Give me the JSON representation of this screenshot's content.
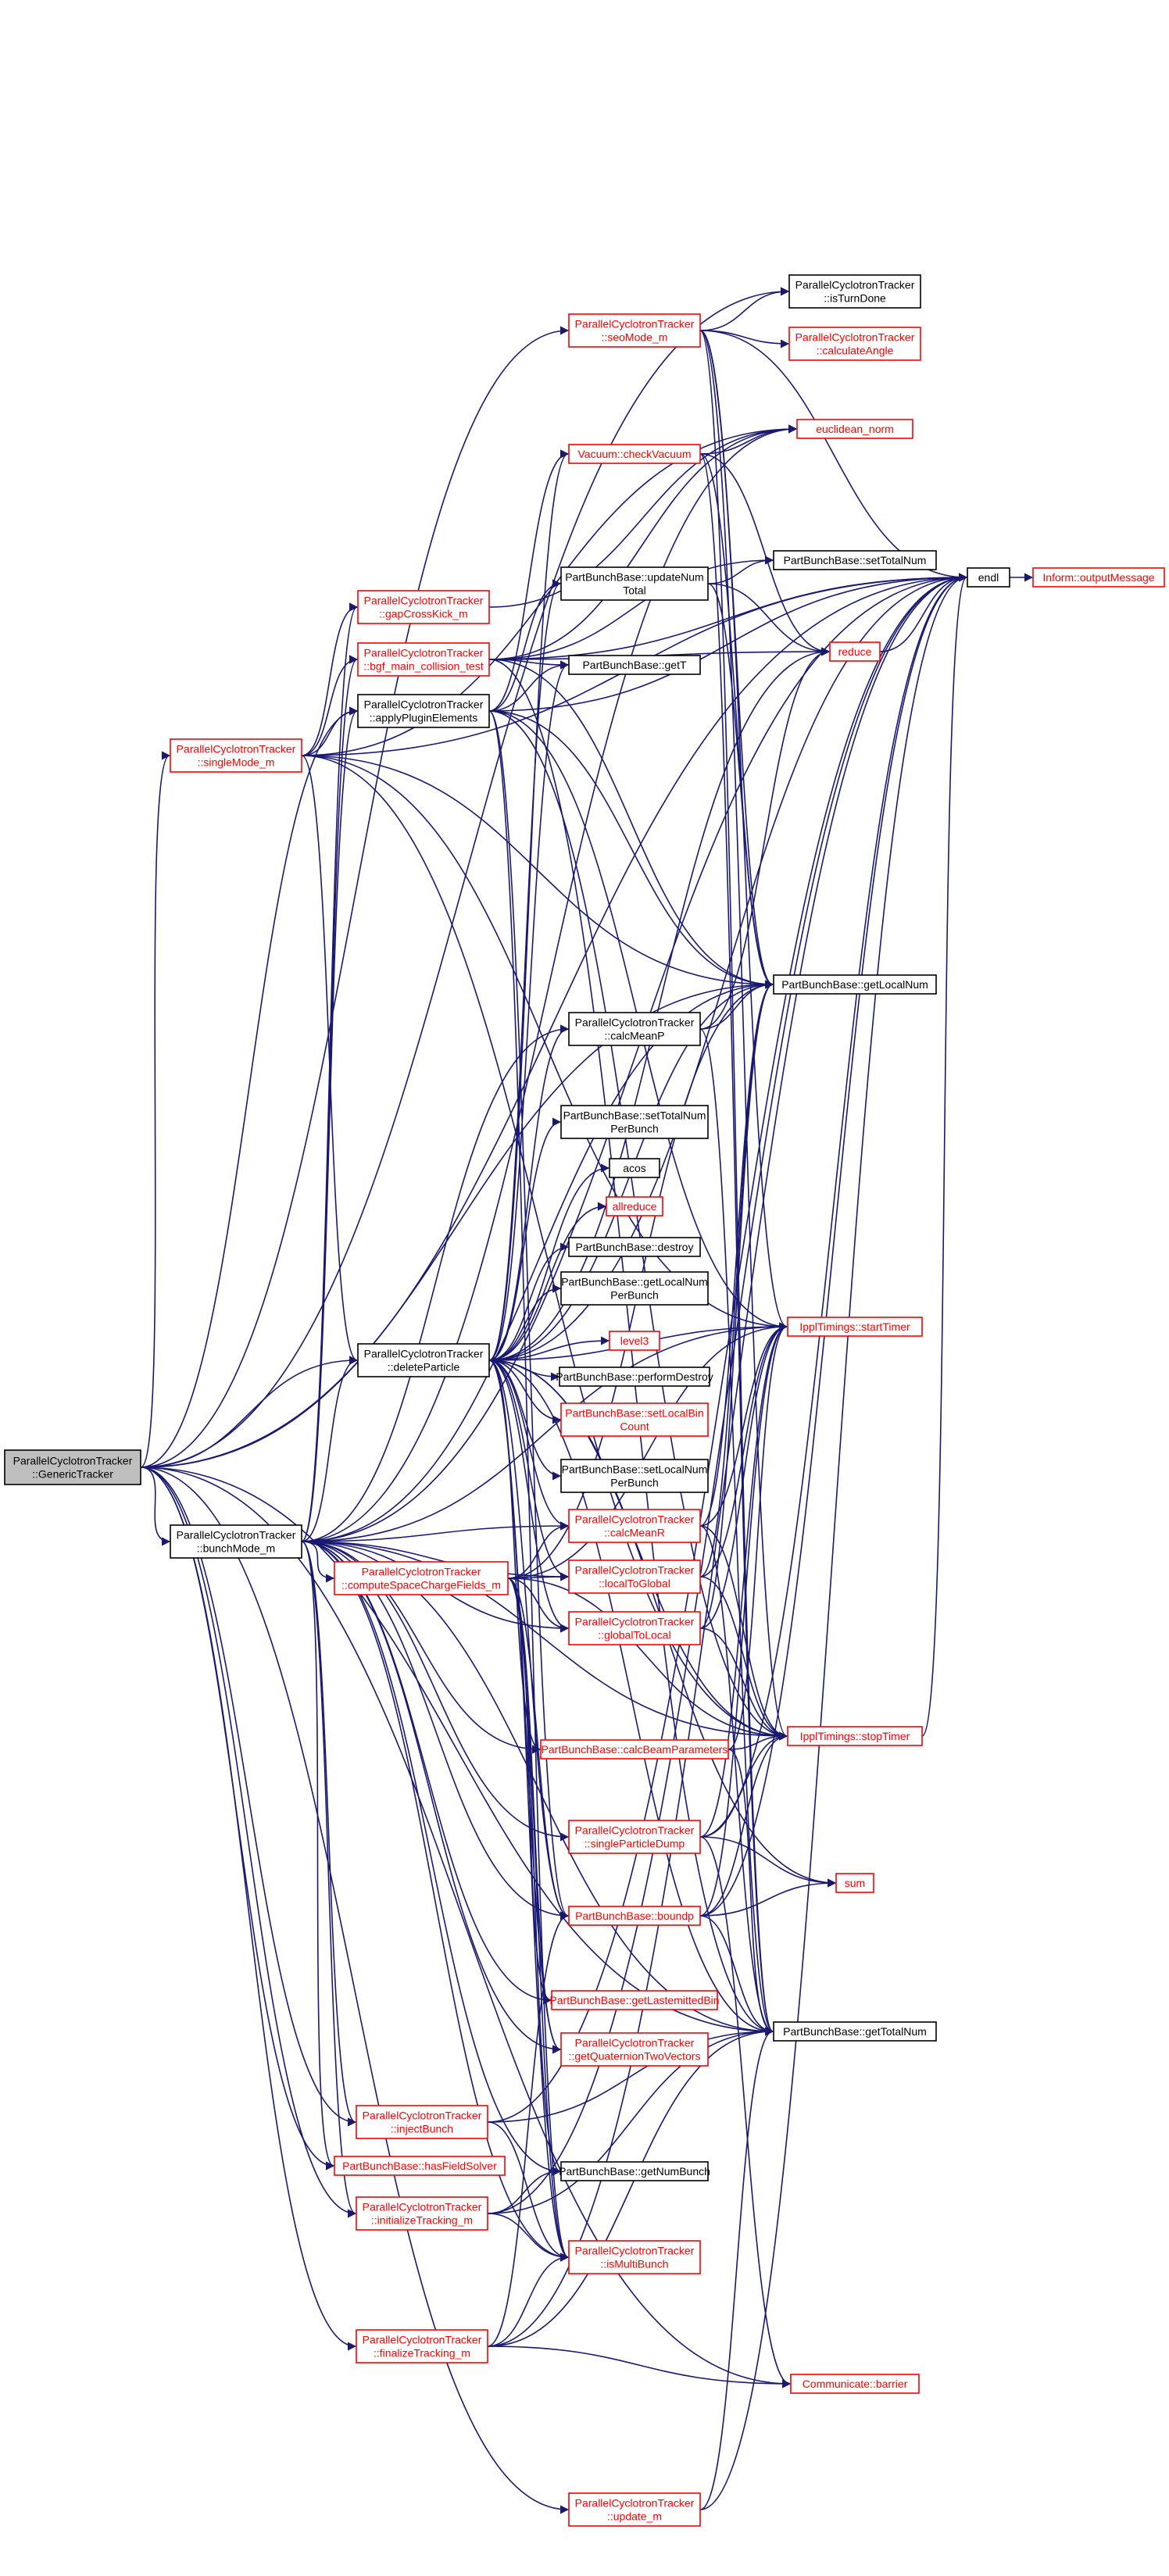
{
  "colors": {
    "edge": "#191970",
    "normal_border": "#000000",
    "ref_border": "#ff0000",
    "ref_text": "#ff0000",
    "root_fill": "#bfbfbf"
  },
  "nodes": [
    {
      "id": "root",
      "lines": [
        "ParallelCyclotronTracker",
        "::GenericTracker"
      ],
      "style": "root"
    },
    {
      "id": "singleMode",
      "lines": [
        "ParallelCyclotronTracker",
        "::singleMode_m"
      ],
      "style": "ref"
    },
    {
      "id": "deleteParticle",
      "lines": [
        "ParallelCyclotronTracker",
        "::deleteParticle"
      ],
      "style": "normal"
    },
    {
      "id": "bunchMode",
      "lines": [
        "ParallelCyclotronTracker",
        "::bunchMode_m"
      ],
      "style": "normal"
    },
    {
      "id": "computeSC",
      "lines": [
        "ParallelCyclotronTracker",
        "::computeSpaceChargeFields_m"
      ],
      "style": "ref"
    },
    {
      "id": "injectBunch",
      "lines": [
        "ParallelCyclotronTracker",
        "::injectBunch"
      ],
      "style": "ref"
    },
    {
      "id": "hasFieldSolver",
      "lines": [
        "PartBunchBase::hasFieldSolver"
      ],
      "style": "ref"
    },
    {
      "id": "initTracking",
      "lines": [
        "ParallelCyclotronTracker",
        "::initializeTracking_m"
      ],
      "style": "ref"
    },
    {
      "id": "finalizeTracking",
      "lines": [
        "ParallelCyclotronTracker",
        "::finalizeTracking_m"
      ],
      "style": "ref"
    },
    {
      "id": "gapCrossKick",
      "lines": [
        "ParallelCyclotronTracker",
        "::gapCrossKick_m"
      ],
      "style": "ref"
    },
    {
      "id": "bgf",
      "lines": [
        "ParallelCyclotronTracker",
        "::bgf_main_collision_test"
      ],
      "style": "ref"
    },
    {
      "id": "applyPlugin",
      "lines": [
        "ParallelCyclotronTracker",
        "::applyPluginElements"
      ],
      "style": "normal"
    },
    {
      "id": "seoMode",
      "lines": [
        "ParallelCyclotronTracker",
        "::seoMode_m"
      ],
      "style": "ref"
    },
    {
      "id": "checkVacuum",
      "lines": [
        "Vacuum::checkVacuum"
      ],
      "style": "ref"
    },
    {
      "id": "updateNumTotal",
      "lines": [
        "PartBunchBase::updateNum",
        "Total"
      ],
      "style": "normal"
    },
    {
      "id": "getT",
      "lines": [
        "PartBunchBase::getT"
      ],
      "style": "normal"
    },
    {
      "id": "calcMeanP",
      "lines": [
        "ParallelCyclotronTracker",
        "::calcMeanP"
      ],
      "style": "normal"
    },
    {
      "id": "setTotalNumPerBunch",
      "lines": [
        "PartBunchBase::setTotalNum",
        "PerBunch"
      ],
      "style": "normal"
    },
    {
      "id": "acos",
      "lines": [
        "acos"
      ],
      "style": "normal"
    },
    {
      "id": "allreduce",
      "lines": [
        "allreduce"
      ],
      "style": "ref"
    },
    {
      "id": "destroy",
      "lines": [
        "PartBunchBase::destroy"
      ],
      "style": "normal"
    },
    {
      "id": "getLocalNumPerBunch",
      "lines": [
        "PartBunchBase::getLocalNum",
        "PerBunch"
      ],
      "style": "normal"
    },
    {
      "id": "level3",
      "lines": [
        "level3"
      ],
      "style": "ref"
    },
    {
      "id": "performDestroy",
      "lines": [
        "PartBunchBase::performDestroy"
      ],
      "style": "normal"
    },
    {
      "id": "setLocalBinCount",
      "lines": [
        "PartBunchBase::setLocalBin",
        "Count"
      ],
      "style": "ref"
    },
    {
      "id": "setLocalNumPerBunch",
      "lines": [
        "PartBunchBase::setLocalNum",
        "PerBunch"
      ],
      "style": "normal"
    },
    {
      "id": "calcMeanR",
      "lines": [
        "ParallelCyclotronTracker",
        "::calcMeanR"
      ],
      "style": "ref"
    },
    {
      "id": "localToGlobal",
      "lines": [
        "ParallelCyclotronTracker",
        "::localToGlobal"
      ],
      "style": "ref"
    },
    {
      "id": "globalToLocal",
      "lines": [
        "ParallelCyclotronTracker",
        "::globalToLocal"
      ],
      "style": "ref"
    },
    {
      "id": "calcBeamParameters",
      "lines": [
        "PartBunchBase::calcBeamParameters"
      ],
      "style": "ref"
    },
    {
      "id": "singleParticleDump",
      "lines": [
        "ParallelCyclotronTracker",
        "::singleParticleDump"
      ],
      "style": "ref"
    },
    {
      "id": "boundp",
      "lines": [
        "PartBunchBase::boundp"
      ],
      "style": "ref"
    },
    {
      "id": "getLastemittedBin",
      "lines": [
        "PartBunchBase::getLastemittedBin"
      ],
      "style": "ref"
    },
    {
      "id": "getQuaternion",
      "lines": [
        "ParallelCyclotronTracker",
        "::getQuaternionTwoVectors"
      ],
      "style": "ref"
    },
    {
      "id": "getNumBunch",
      "lines": [
        "PartBunchBase::getNumBunch"
      ],
      "style": "normal"
    },
    {
      "id": "isMultiBunch",
      "lines": [
        "ParallelCyclotronTracker",
        "::isMultiBunch"
      ],
      "style": "ref"
    },
    {
      "id": "update",
      "lines": [
        "ParallelCyclotronTracker",
        "::update_m"
      ],
      "style": "ref"
    },
    {
      "id": "isTurnDone",
      "lines": [
        "ParallelCyclotronTracker",
        "::isTurnDone"
      ],
      "style": "normal"
    },
    {
      "id": "calculateAngle",
      "lines": [
        "ParallelCyclotronTracker",
        "::calculateAngle"
      ],
      "style": "ref"
    },
    {
      "id": "euclidean",
      "lines": [
        "euclidean_norm"
      ],
      "style": "ref"
    },
    {
      "id": "setTotalNum",
      "lines": [
        "PartBunchBase::setTotalNum"
      ],
      "style": "normal"
    },
    {
      "id": "reduce",
      "lines": [
        "reduce"
      ],
      "style": "ref"
    },
    {
      "id": "getLocalNum",
      "lines": [
        "PartBunchBase::getLocalNum"
      ],
      "style": "normal"
    },
    {
      "id": "startTimer",
      "lines": [
        "IpplTimings::startTimer"
      ],
      "style": "ref"
    },
    {
      "id": "stopTimer",
      "lines": [
        "IpplTimings::stopTimer"
      ],
      "style": "ref"
    },
    {
      "id": "sum",
      "lines": [
        "sum"
      ],
      "style": "ref"
    },
    {
      "id": "getTotalNum",
      "lines": [
        "PartBunchBase::getTotalNum"
      ],
      "style": "normal"
    },
    {
      "id": "barrier",
      "lines": [
        "Communicate::barrier"
      ],
      "style": "ref"
    },
    {
      "id": "endl",
      "lines": [
        "endl"
      ],
      "style": "normal"
    },
    {
      "id": "outputMessage",
      "lines": [
        "Inform::outputMessage"
      ],
      "style": "ref"
    }
  ],
  "edges": [
    [
      "root",
      "singleMode"
    ],
    [
      "root",
      "deleteParticle"
    ],
    [
      "root",
      "bunchMode"
    ],
    [
      "root",
      "endl"
    ],
    [
      "root",
      "seoMode"
    ],
    [
      "root",
      "injectBunch"
    ],
    [
      "root",
      "hasFieldSolver"
    ],
    [
      "root",
      "initTracking"
    ],
    [
      "root",
      "finalizeTracking"
    ],
    [
      "root",
      "update"
    ],
    [
      "root",
      "barrier"
    ],
    [
      "root",
      "getLocalNum"
    ],
    [
      "root",
      "getTotalNum"
    ],
    [
      "root",
      "isTurnDone"
    ],
    [
      "root",
      "applyPlugin"
    ],
    [
      "singleMode",
      "gapCrossKick"
    ],
    [
      "singleMode",
      "bgf"
    ],
    [
      "singleMode",
      "applyPlugin"
    ],
    [
      "singleMode",
      "deleteParticle"
    ],
    [
      "singleMode",
      "endl"
    ],
    [
      "singleMode",
      "getLocalNum"
    ],
    [
      "singleMode",
      "startTimer"
    ],
    [
      "singleMode",
      "stopTimer"
    ],
    [
      "singleMode",
      "euclidean"
    ],
    [
      "bunchMode",
      "deleteParticle"
    ],
    [
      "bunchMode",
      "computeSC"
    ],
    [
      "bunchMode",
      "globalToLocal"
    ],
    [
      "bunchMode",
      "localToGlobal"
    ],
    [
      "bunchMode",
      "calcMeanR"
    ],
    [
      "bunchMode",
      "calcMeanP"
    ],
    [
      "bunchMode",
      "singleParticleDump"
    ],
    [
      "bunchMode",
      "boundp"
    ],
    [
      "bunchMode",
      "getQuaternion"
    ],
    [
      "bunchMode",
      "getLastemittedBin"
    ],
    [
      "bunchMode",
      "injectBunch"
    ],
    [
      "bunchMode",
      "hasFieldSolver"
    ],
    [
      "bunchMode",
      "initTracking"
    ],
    [
      "bunchMode",
      "isMultiBunch"
    ],
    [
      "bunchMode",
      "getNumBunch"
    ],
    [
      "bunchMode",
      "endl"
    ],
    [
      "bunchMode",
      "getLocalNum"
    ],
    [
      "bunchMode",
      "startTimer"
    ],
    [
      "bunchMode",
      "stopTimer"
    ],
    [
      "bunchMode",
      "getTotalNum"
    ],
    [
      "bunchMode",
      "applyPlugin"
    ],
    [
      "bunchMode",
      "bgf"
    ],
    [
      "bunchMode",
      "gapCrossKick"
    ],
    [
      "bunchMode",
      "calcBeamParameters"
    ],
    [
      "bunchMode",
      "euclidean"
    ],
    [
      "deleteParticle",
      "calcMeanP"
    ],
    [
      "deleteParticle",
      "setTotalNumPerBunch"
    ],
    [
      "deleteParticle",
      "acos"
    ],
    [
      "deleteParticle",
      "allreduce"
    ],
    [
      "deleteParticle",
      "destroy"
    ],
    [
      "deleteParticle",
      "getLocalNumPerBunch"
    ],
    [
      "deleteParticle",
      "level3"
    ],
    [
      "deleteParticle",
      "performDestroy"
    ],
    [
      "deleteParticle",
      "setLocalBinCount"
    ],
    [
      "deleteParticle",
      "setLocalNumPerBunch"
    ],
    [
      "deleteParticle",
      "calcMeanR"
    ],
    [
      "deleteParticle",
      "localToGlobal"
    ],
    [
      "deleteParticle",
      "globalToLocal"
    ],
    [
      "deleteParticle",
      "calcBeamParameters"
    ],
    [
      "deleteParticle",
      "boundp"
    ],
    [
      "deleteParticle",
      "getLocalNum"
    ],
    [
      "deleteParticle",
      "getTotalNum"
    ],
    [
      "deleteParticle",
      "startTimer"
    ],
    [
      "deleteParticle",
      "stopTimer"
    ],
    [
      "deleteParticle",
      "endl"
    ],
    [
      "deleteParticle",
      "updateNumTotal"
    ],
    [
      "deleteParticle",
      "getT"
    ],
    [
      "deleteParticle",
      "reduce"
    ],
    [
      "deleteParticle",
      "isMultiBunch"
    ],
    [
      "deleteParticle",
      "getQuaternion"
    ],
    [
      "deleteParticle",
      "checkVacuum"
    ],
    [
      "deleteParticle",
      "sum"
    ],
    [
      "computeSC",
      "calcMeanR"
    ],
    [
      "computeSC",
      "localToGlobal"
    ],
    [
      "computeSC",
      "globalToLocal"
    ],
    [
      "computeSC",
      "boundp"
    ],
    [
      "computeSC",
      "getQuaternion"
    ],
    [
      "computeSC",
      "getLastemittedBin"
    ],
    [
      "computeSC",
      "getLocalNum"
    ],
    [
      "computeSC",
      "startTimer"
    ],
    [
      "computeSC",
      "stopTimer"
    ],
    [
      "computeSC",
      "isMultiBunch"
    ],
    [
      "computeSC",
      "getNumBunch"
    ],
    [
      "applyPlugin",
      "getT"
    ],
    [
      "applyPlugin",
      "updateNumTotal"
    ],
    [
      "applyPlugin",
      "checkVacuum"
    ],
    [
      "applyPlugin",
      "getLocalNum"
    ],
    [
      "applyPlugin",
      "startTimer"
    ],
    [
      "applyPlugin",
      "stopTimer"
    ],
    [
      "applyPlugin",
      "endl"
    ],
    [
      "applyPlugin",
      "boundp"
    ],
    [
      "applyPlugin",
      "isMultiBunch"
    ],
    [
      "bgf",
      "getT"
    ],
    [
      "bgf",
      "endl"
    ],
    [
      "bgf",
      "getLocalNum"
    ],
    [
      "bgf",
      "getTotalNum"
    ],
    [
      "bgf",
      "euclidean"
    ],
    [
      "bgf",
      "setTotalNum"
    ],
    [
      "bgf",
      "reduce"
    ],
    [
      "gapCrossKick",
      "euclidean"
    ],
    [
      "seoMode",
      "isTurnDone"
    ],
    [
      "seoMode",
      "calculateAngle"
    ],
    [
      "seoMode",
      "endl"
    ],
    [
      "seoMode",
      "getLocalNum"
    ],
    [
      "seoMode",
      "startTimer"
    ],
    [
      "seoMode",
      "stopTimer"
    ],
    [
      "seoMode",
      "getTotalNum"
    ],
    [
      "checkVacuum",
      "euclidean"
    ],
    [
      "checkVacuum",
      "reduce"
    ],
    [
      "checkVacuum",
      "getLocalNum"
    ],
    [
      "checkVacuum",
      "getTotalNum"
    ],
    [
      "updateNumTotal",
      "setTotalNum"
    ],
    [
      "updateNumTotal",
      "reduce"
    ],
    [
      "updateNumTotal",
      "getLocalNum"
    ],
    [
      "calcMeanP",
      "getLocalNum"
    ],
    [
      "calcMeanP",
      "reduce"
    ],
    [
      "calcMeanP",
      "getTotalNum"
    ],
    [
      "calcMeanR",
      "getLocalNum"
    ],
    [
      "calcMeanR",
      "startTimer"
    ],
    [
      "calcMeanR",
      "getTotalNum"
    ],
    [
      "calcMeanR",
      "stopTimer"
    ],
    [
      "localToGlobal",
      "startTimer"
    ],
    [
      "localToGlobal",
      "stopTimer"
    ],
    [
      "localToGlobal",
      "getLocalNum"
    ],
    [
      "globalToLocal",
      "startTimer"
    ],
    [
      "globalToLocal",
      "stopTimer"
    ],
    [
      "globalToLocal",
      "getLocalNum"
    ],
    [
      "calcBeamParameters",
      "stopTimer"
    ],
    [
      "calcBeamParameters",
      "startTimer"
    ],
    [
      "calcBeamParameters",
      "getTotalNum"
    ],
    [
      "singleParticleDump",
      "stopTimer"
    ],
    [
      "singleParticleDump",
      "endl"
    ],
    [
      "singleParticleDump",
      "startTimer"
    ],
    [
      "singleParticleDump",
      "barrier"
    ],
    [
      "singleParticleDump",
      "sum"
    ],
    [
      "boundp",
      "sum"
    ],
    [
      "boundp",
      "getTotalNum"
    ],
    [
      "boundp",
      "stopTimer"
    ],
    [
      "boundp",
      "startTimer"
    ],
    [
      "boundp",
      "endl"
    ],
    [
      "injectBunch",
      "endl"
    ],
    [
      "injectBunch",
      "getTotalNum"
    ],
    [
      "injectBunch",
      "isMultiBunch"
    ],
    [
      "initTracking",
      "getNumBunch"
    ],
    [
      "initTracking",
      "isMultiBunch"
    ],
    [
      "initTracking",
      "getTotalNum"
    ],
    [
      "initTracking",
      "endl"
    ],
    [
      "finalizeTracking",
      "barrier"
    ],
    [
      "finalizeTracking",
      "isMultiBunch"
    ],
    [
      "finalizeTracking",
      "getTotalNum"
    ],
    [
      "finalizeTracking",
      "endl"
    ],
    [
      "finalizeTracking",
      "boundp"
    ],
    [
      "update",
      "endl"
    ],
    [
      "update",
      "getTotalNum"
    ],
    [
      "reduce",
      "endl"
    ],
    [
      "stopTimer",
      "endl"
    ],
    [
      "endl",
      "outputMessage"
    ]
  ]
}
